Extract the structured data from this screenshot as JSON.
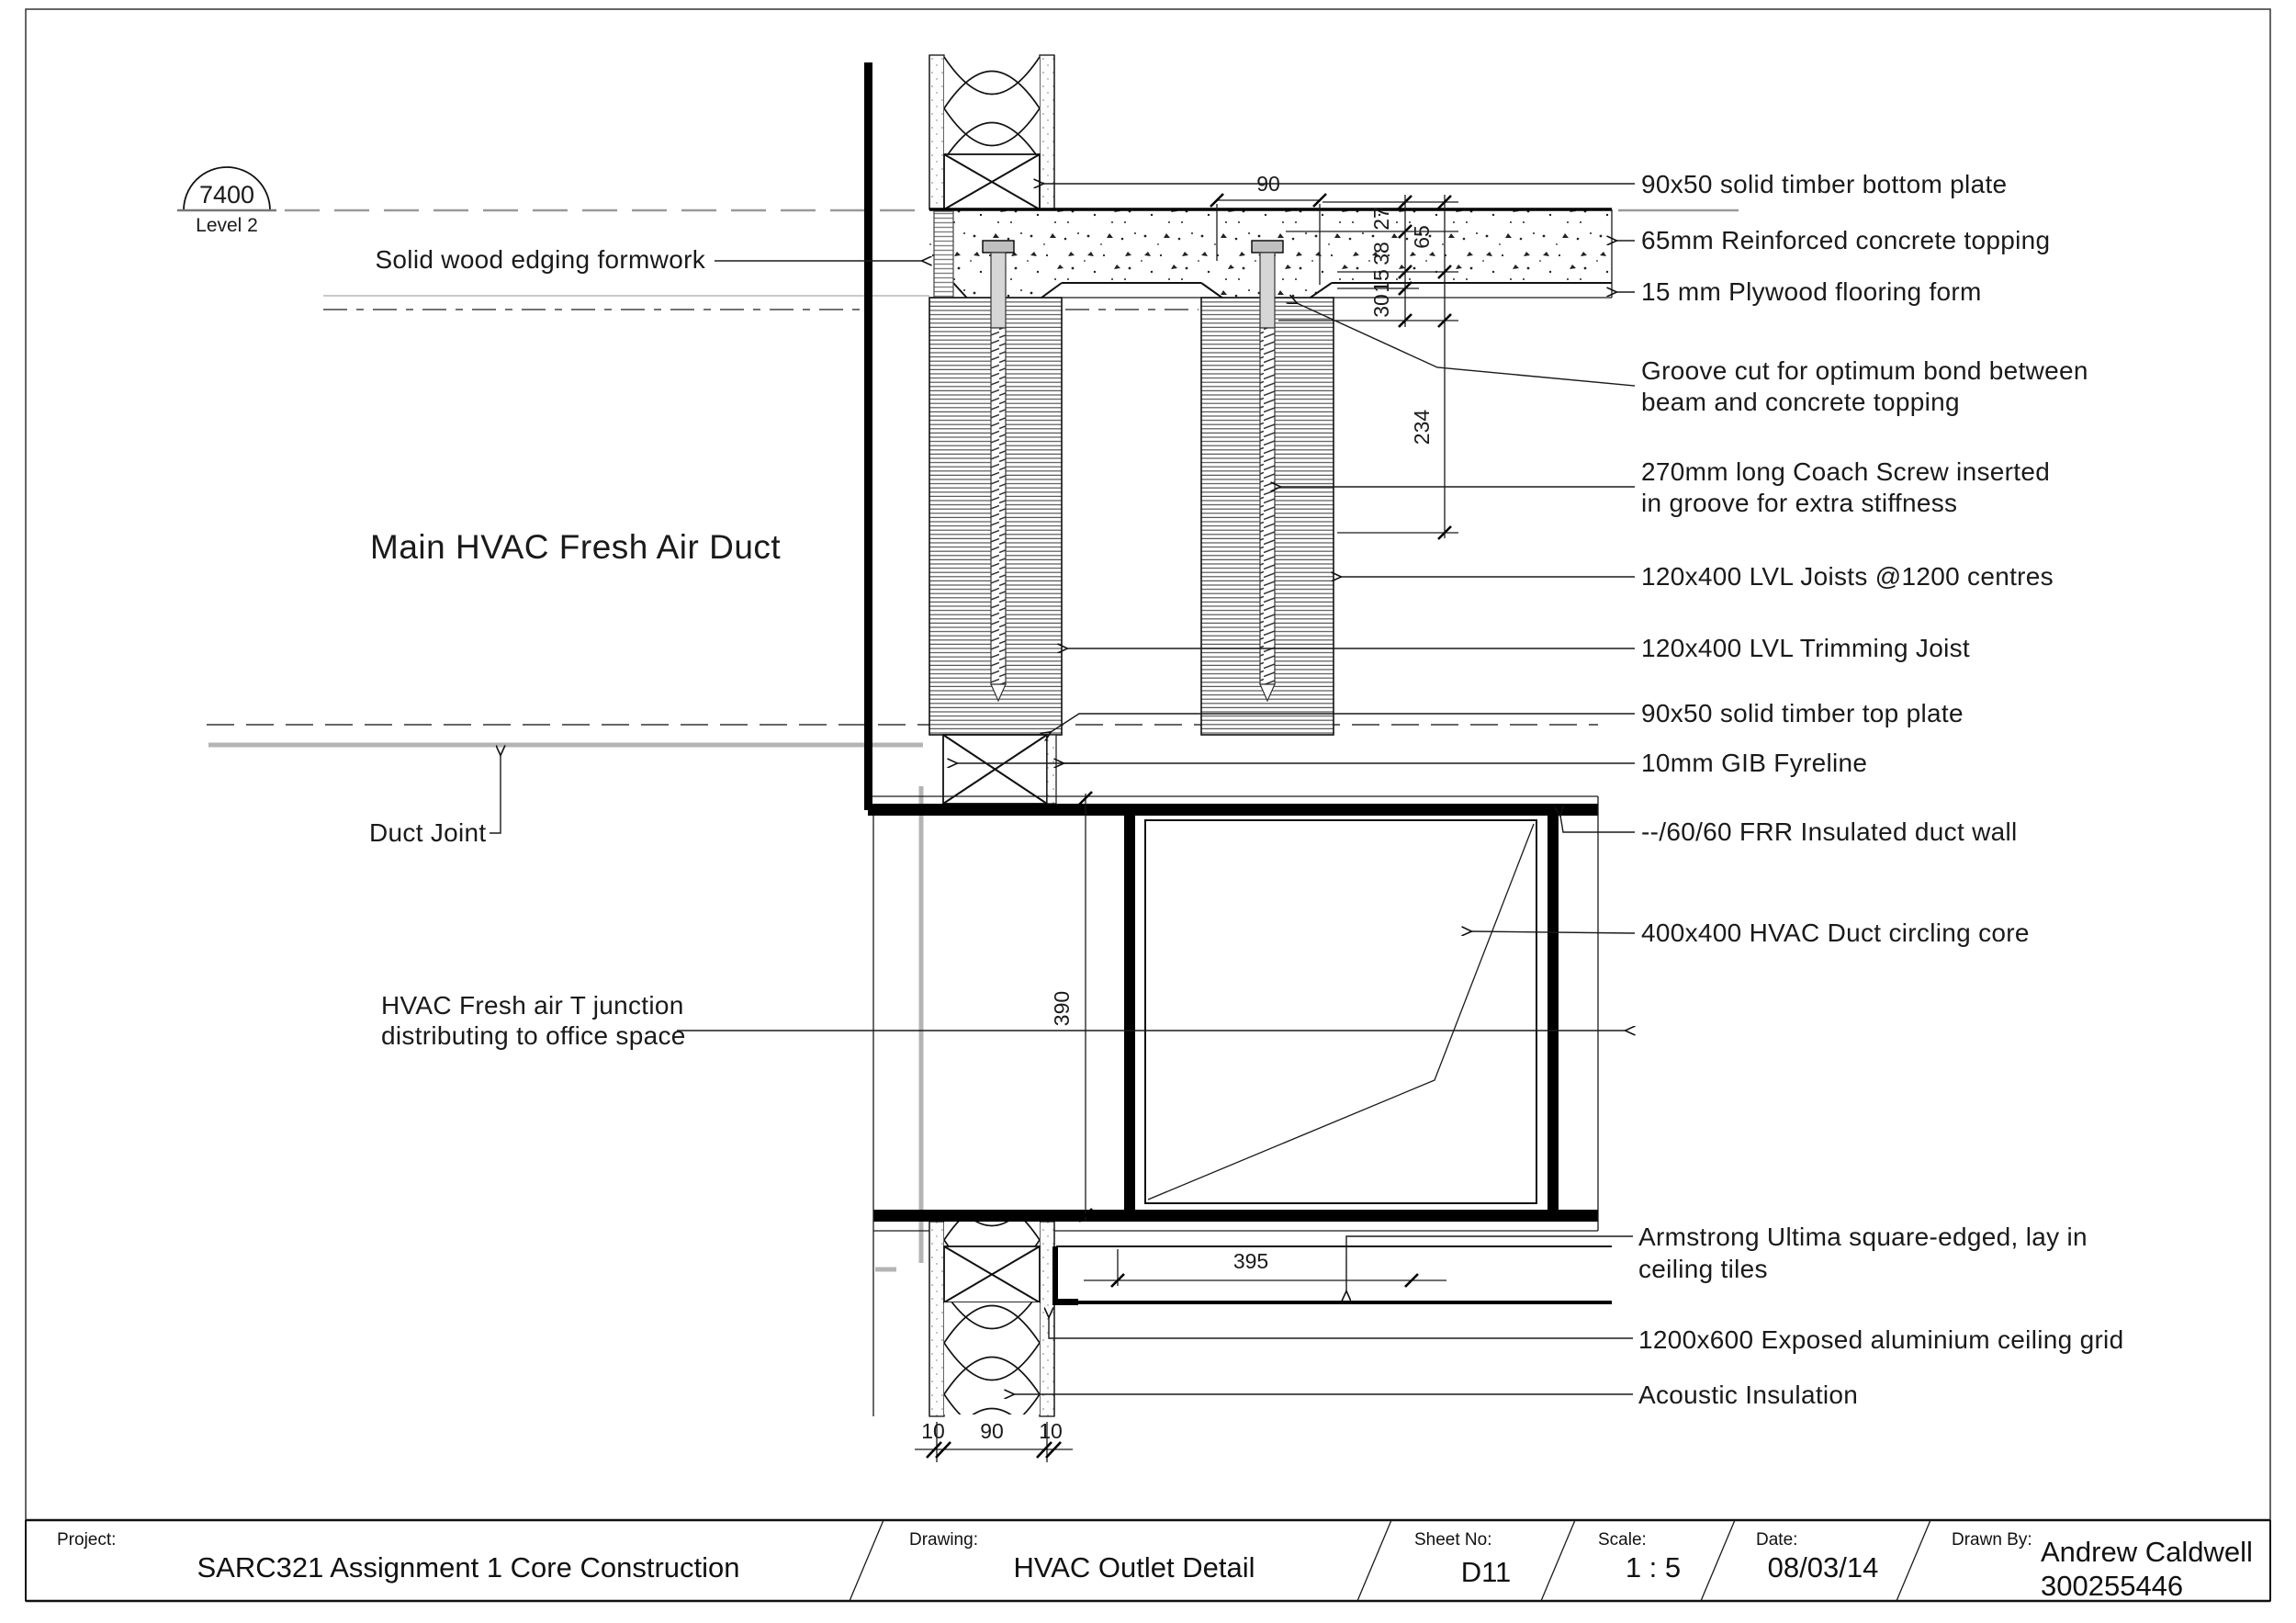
{
  "level_marker": {
    "elevation": "7400",
    "name": "Level 2"
  },
  "drawing_labels": {
    "solid_wood": "Solid wood edging formwork",
    "main_duct": "Main HVAC Fresh Air Duct",
    "duct_joint": "Duct Joint",
    "t_junction_line1": "HVAC Fresh air T junction",
    "t_junction_line2": "distributing to office space"
  },
  "right_labels": [
    {
      "lines": [
        "90x50 solid timber bottom plate"
      ]
    },
    {
      "lines": [
        "65mm Reinforced concrete topping"
      ]
    },
    {
      "lines": [
        "15 mm Plywood flooring form"
      ]
    },
    {
      "lines": [
        "Groove cut for optimum bond between",
        "beam and concrete topping"
      ]
    },
    {
      "lines": [
        "270mm long Coach Screw inserted",
        "in groove for extra stiffness"
      ]
    },
    {
      "lines": [
        "120x400 LVL Joists @1200 centres"
      ]
    },
    {
      "lines": [
        "120x400 LVL Trimming Joist"
      ]
    },
    {
      "lines": [
        "90x50 solid timber top plate"
      ]
    },
    {
      "lines": [
        "10mm GIB Fyreline"
      ]
    },
    {
      "lines": [
        "--/60/60 FRR Insulated duct wall"
      ]
    },
    {
      "lines": [
        "400x400 HVAC Duct circling core"
      ]
    },
    {
      "lines": [
        "Armstrong Ultima square-edged, lay in",
        "ceiling tiles"
      ]
    },
    {
      "lines": [
        "1200x600 Exposed aluminium ceiling grid"
      ]
    },
    {
      "lines": [
        "Acoustic Insulation"
      ]
    }
  ],
  "dimensions": {
    "plate_width": "90",
    "groove_27": "27",
    "groove_38": "38",
    "ply_15": "15",
    "groove_30": "30",
    "topping_65": "65",
    "joist_234": "234",
    "duct_390": "390",
    "tile_395": "395",
    "wall_10a": "10",
    "wall_90": "90",
    "wall_10b": "10"
  },
  "titleblock": {
    "project_label": "Project:",
    "project": "SARC321 Assignment 1 Core Construction",
    "drawing_label": "Drawing:",
    "drawing": "HVAC Outlet Detail",
    "sheet_label": "Sheet No:",
    "sheet": "D11",
    "scale_label": "Scale:",
    "scale": "1 : 5",
    "date_label": "Date:",
    "date": "08/03/14",
    "drawn_by_label": "Drawn By:",
    "drawn_by": "Andrew Caldwell",
    "student_id": "300255446"
  }
}
